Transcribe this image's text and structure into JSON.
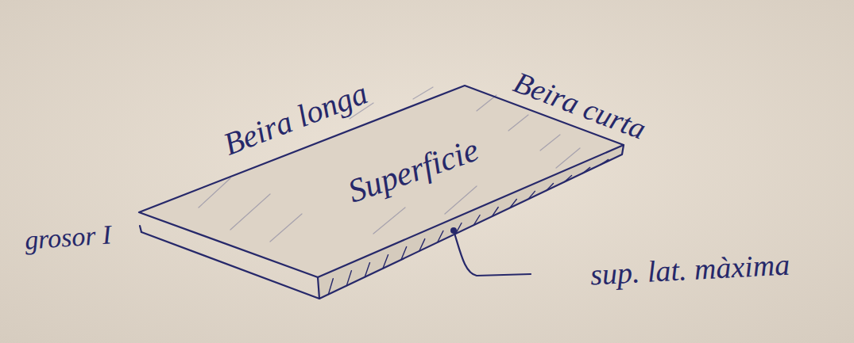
{
  "diagram": {
    "labels": [
      "Beira longa",
      "Beira curta",
      "Superficie",
      "grosor I",
      "sup. lat. màxima"
    ]
  }
}
